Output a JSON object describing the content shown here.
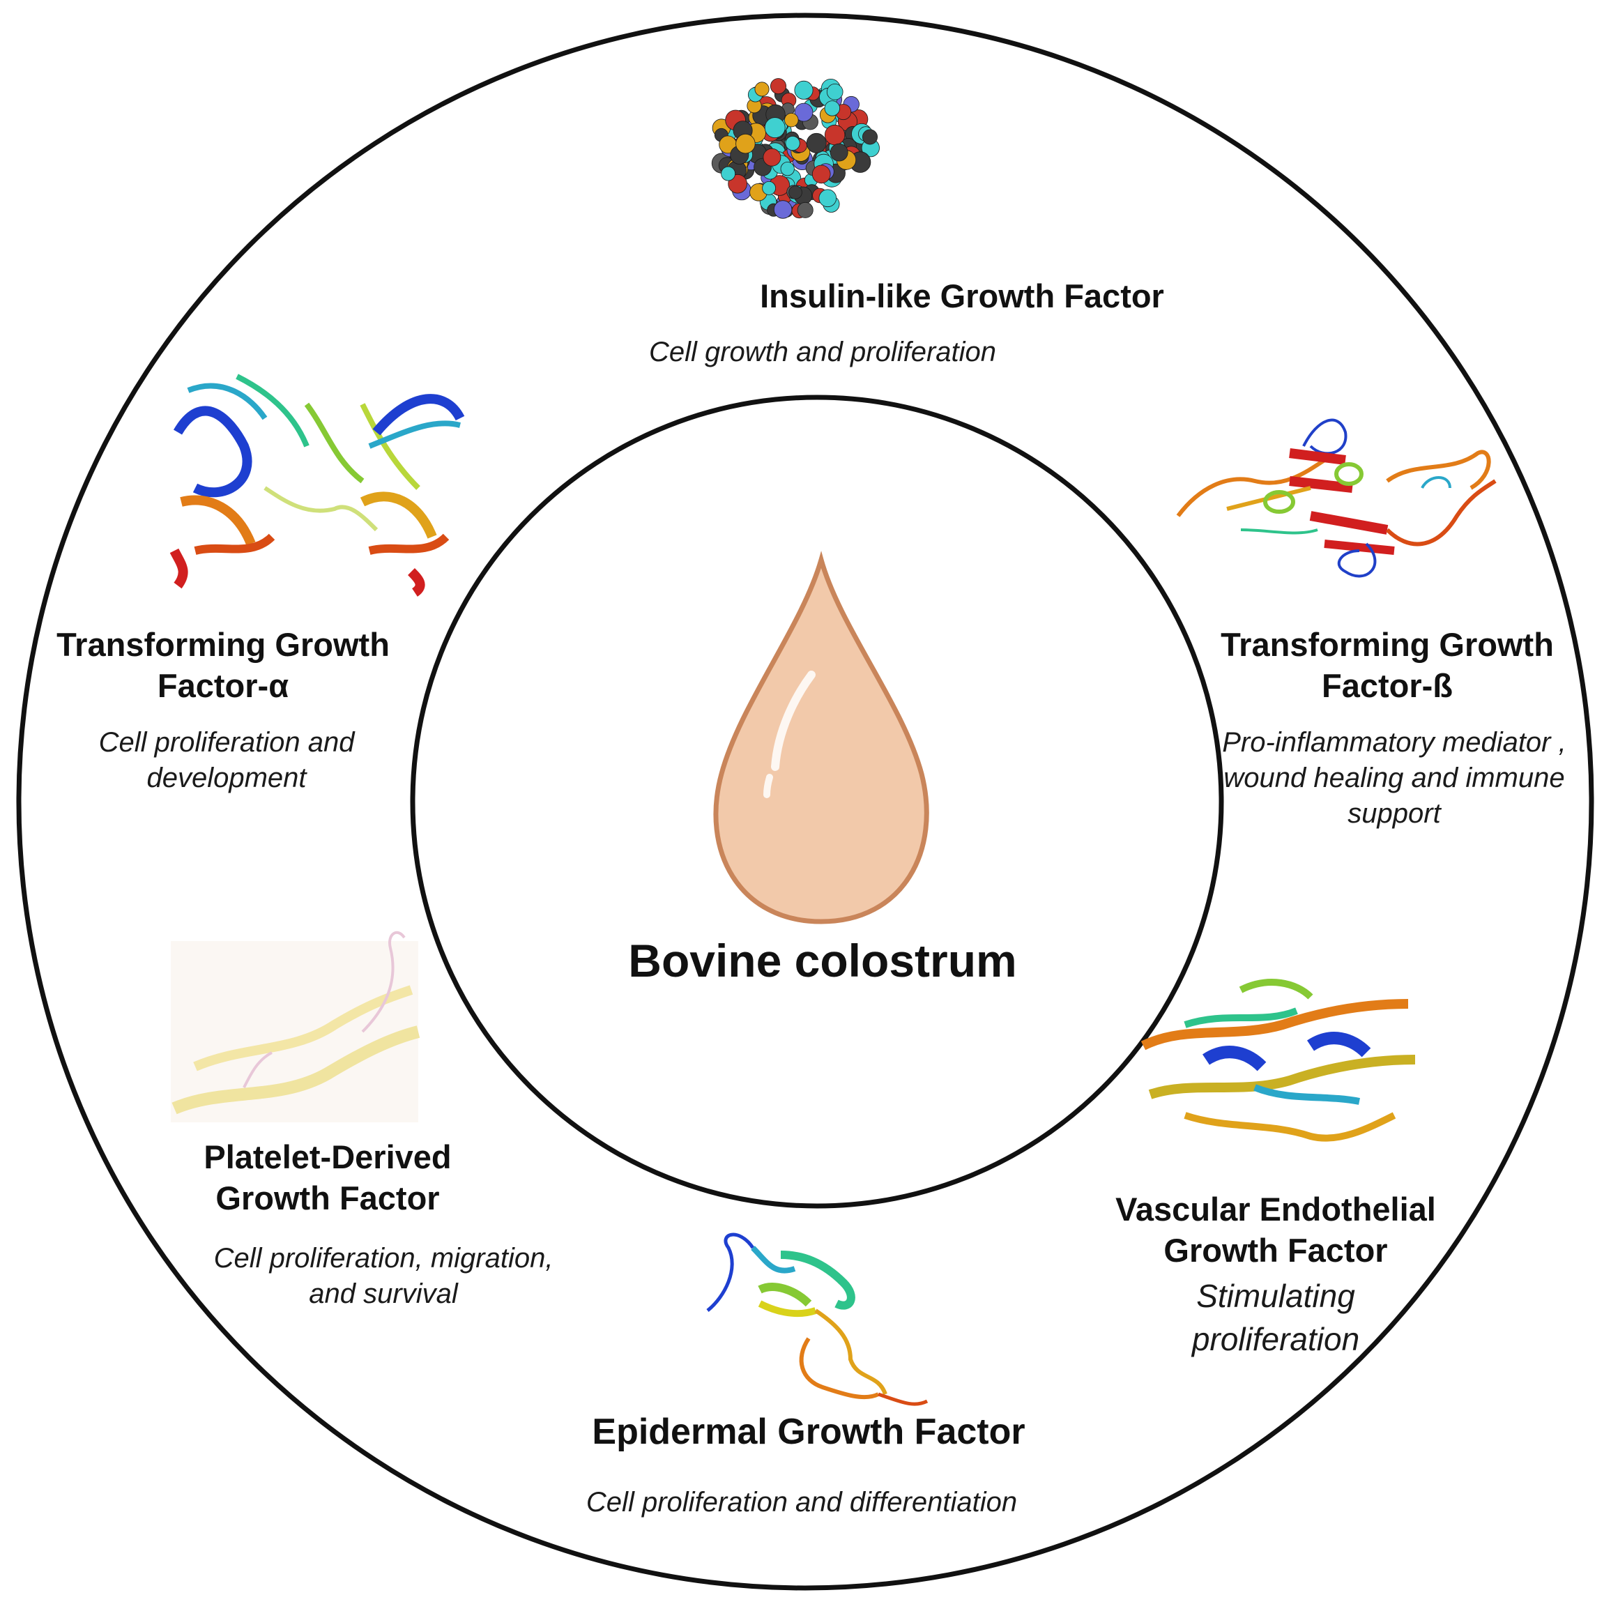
{
  "center": {
    "label": "Bovine colostrum",
    "drop_color": "#f2c9aa",
    "drop_outline": "#c9855a"
  },
  "factors": [
    {
      "id": "igf",
      "name": "Insulin-like Growth Factor",
      "description": "Cell growth and proliferation",
      "structure_icon": "space-filling-protein-icon"
    },
    {
      "id": "tgf-alpha",
      "name": "Transforming Growth Factor-α",
      "description": "Cell proliferation and development",
      "structure_icon": "ribbon-protein-icon"
    },
    {
      "id": "tgf-beta",
      "name": "Transforming Growth Factor-ß",
      "description": "Pro-inflammatory mediator , wound healing and immune support",
      "structure_icon": "ribbon-protein-icon"
    },
    {
      "id": "pdgf",
      "name": "Platelet-Derived Growth Factor",
      "description": "Cell proliferation, migration, and survival",
      "structure_icon": "ribbon-protein-icon"
    },
    {
      "id": "vegf",
      "name": "Vascular Endothelial Growth Factor",
      "description": "Stimulating proliferation",
      "structure_icon": "ribbon-protein-icon"
    },
    {
      "id": "egf",
      "name": "Epidermal Growth Factor",
      "description": "Cell proliferation and differentiation",
      "structure_icon": "ribbon-protein-icon"
    }
  ]
}
